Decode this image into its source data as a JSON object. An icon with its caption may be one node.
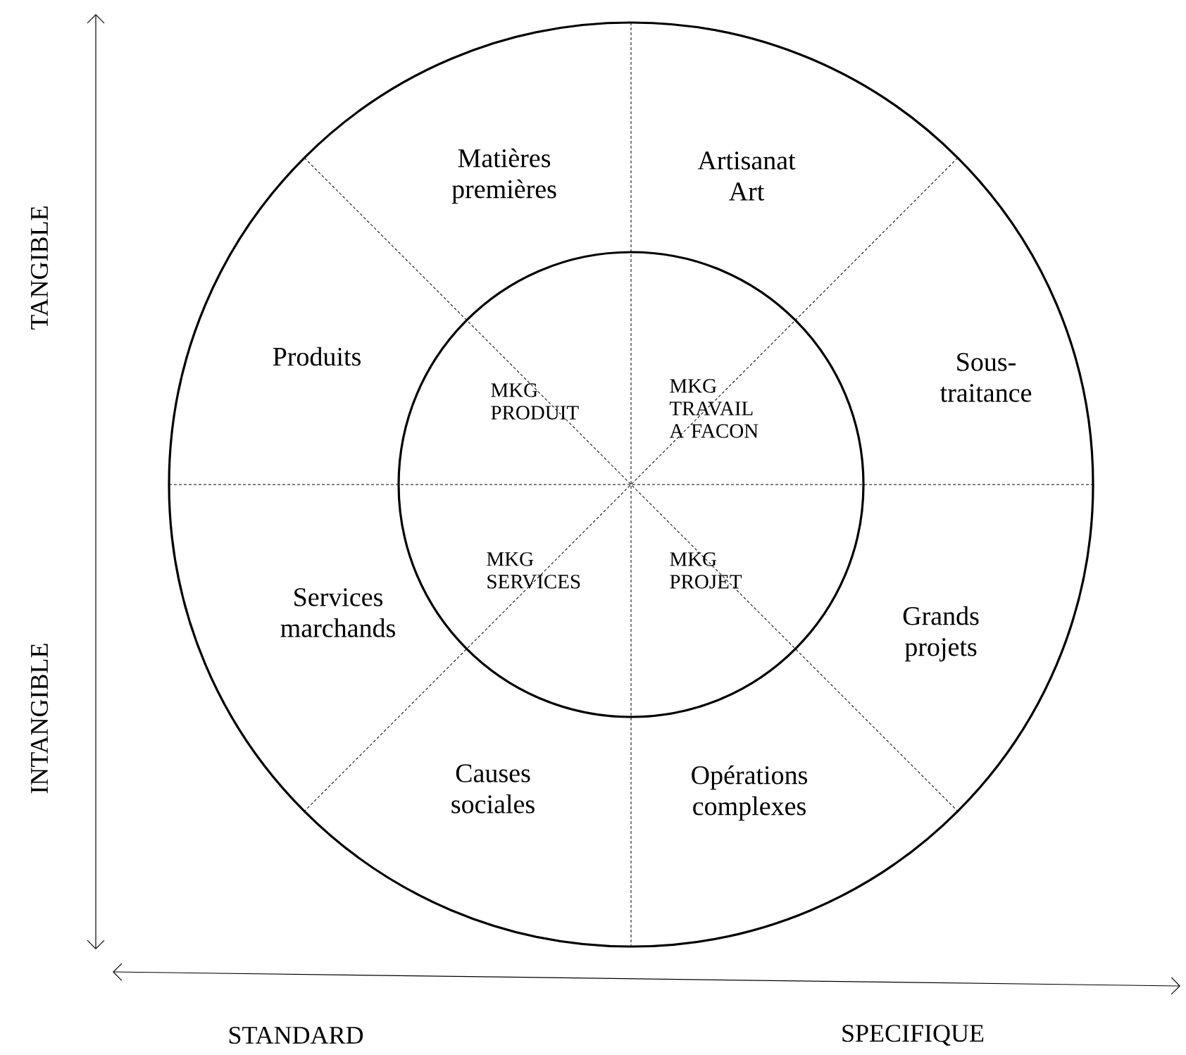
{
  "diagram": {
    "nodes": [
      {
        "text": [
          "Matières premières",
          "Artisanat Art",
          "Produits",
          "Sous-traitance",
          "Services marchands",
          "Grands projets",
          "Causes sociales",
          "Opérations complexes"
        ]
      },
      {
        "text": [
          "MKG PRODUIT",
          "MKG TRAVAIL A FACON",
          "MKG SERVICES",
          "MKG PROJET"
        ],
        "in": 0
      }
    ],
    "edges": [],
    "labels": [
      "TANGIBLE",
      "INTANGIBLE",
      "STANDARD",
      "SPECIFIQUE"
    ]
  }
}
